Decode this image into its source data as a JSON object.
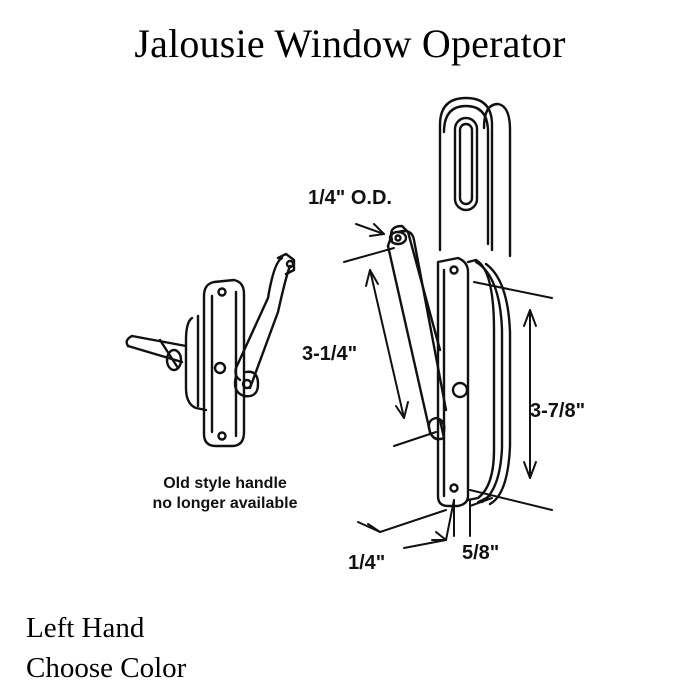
{
  "title": "Jalousie Window Operator",
  "dimensions": {
    "stud_od": "1/4\" O.D.",
    "arm_length": "3-1/4\"",
    "housing_length": "3-7/8\"",
    "bottom_width": "1/4\"",
    "bottom_depth": "5/8\""
  },
  "note": {
    "line1": "Old style handle",
    "line2": "no longer available"
  },
  "footer": {
    "hand": "Left Hand",
    "color": "Choose Color"
  }
}
